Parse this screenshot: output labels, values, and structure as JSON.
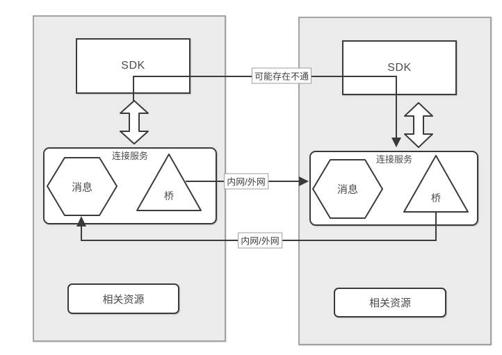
{
  "colors": {
    "panel_fill": "#ebebeb",
    "panel_border": "#a2a2a2",
    "node_fill": "#ffffff",
    "node_border": "#3a3a3a",
    "connector": "#3a3a3a",
    "text": "#4a4a4a",
    "label_border": "#9b9b9b"
  },
  "panels": [
    {
      "side": "left",
      "sdk": "SDK",
      "service": "连接服务",
      "message": "消息",
      "bridge": "桥",
      "resources": "相关资源"
    },
    {
      "side": "right",
      "sdk": "SDK",
      "service": "连接服务",
      "message": "消息",
      "bridge": "桥",
      "resources": "相关资源"
    }
  ],
  "connectors": {
    "sdk_cross_label": "可能存在不通",
    "bridge_to_service_label": "内网/外网",
    "bridge_to_message_label": "内网/外网"
  },
  "shapes": {
    "message": "hexagon",
    "bridge": "triangle",
    "sdk_service_link": "double-headed-arrow"
  }
}
